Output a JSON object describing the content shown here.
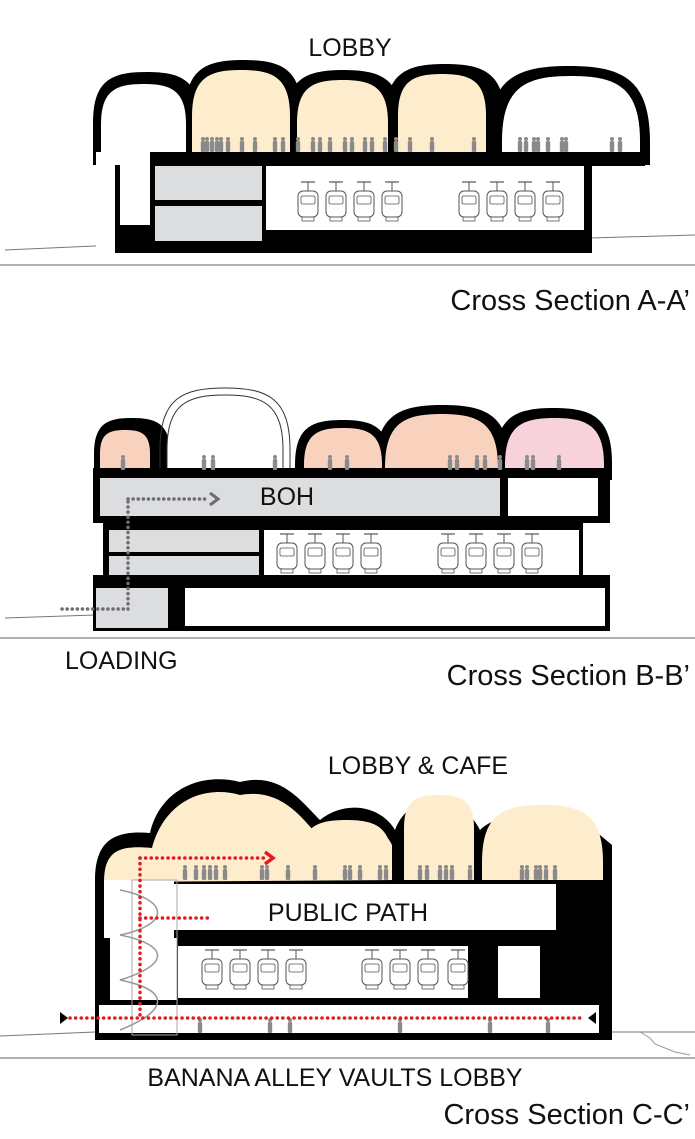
{
  "sections": [
    {
      "title": "Cross Section A-A’",
      "labels": {
        "lobby": "LOBBY"
      }
    },
    {
      "title": "Cross Section B-B’",
      "labels": {
        "boh": "BOH",
        "loading": "LOADING"
      }
    },
    {
      "title": "Cross Section C-C’",
      "labels": {
        "lobby_cafe": "LOBBY & CAFE",
        "public_path": "PUBLIC PATH",
        "vaults_lobby": "BANANA ALLEY VAULTS LOBBY"
      }
    }
  ],
  "colors": {
    "structure": "#000000",
    "lobby_fill": "#fdedcc",
    "boh_fill": "#dcdddf",
    "peach_fill": "#f9d2bd",
    "pink_fill": "#f7d2da",
    "people": "#8a8a8a",
    "loading_path": "#6d6e70",
    "public_path": "#e11b22"
  }
}
